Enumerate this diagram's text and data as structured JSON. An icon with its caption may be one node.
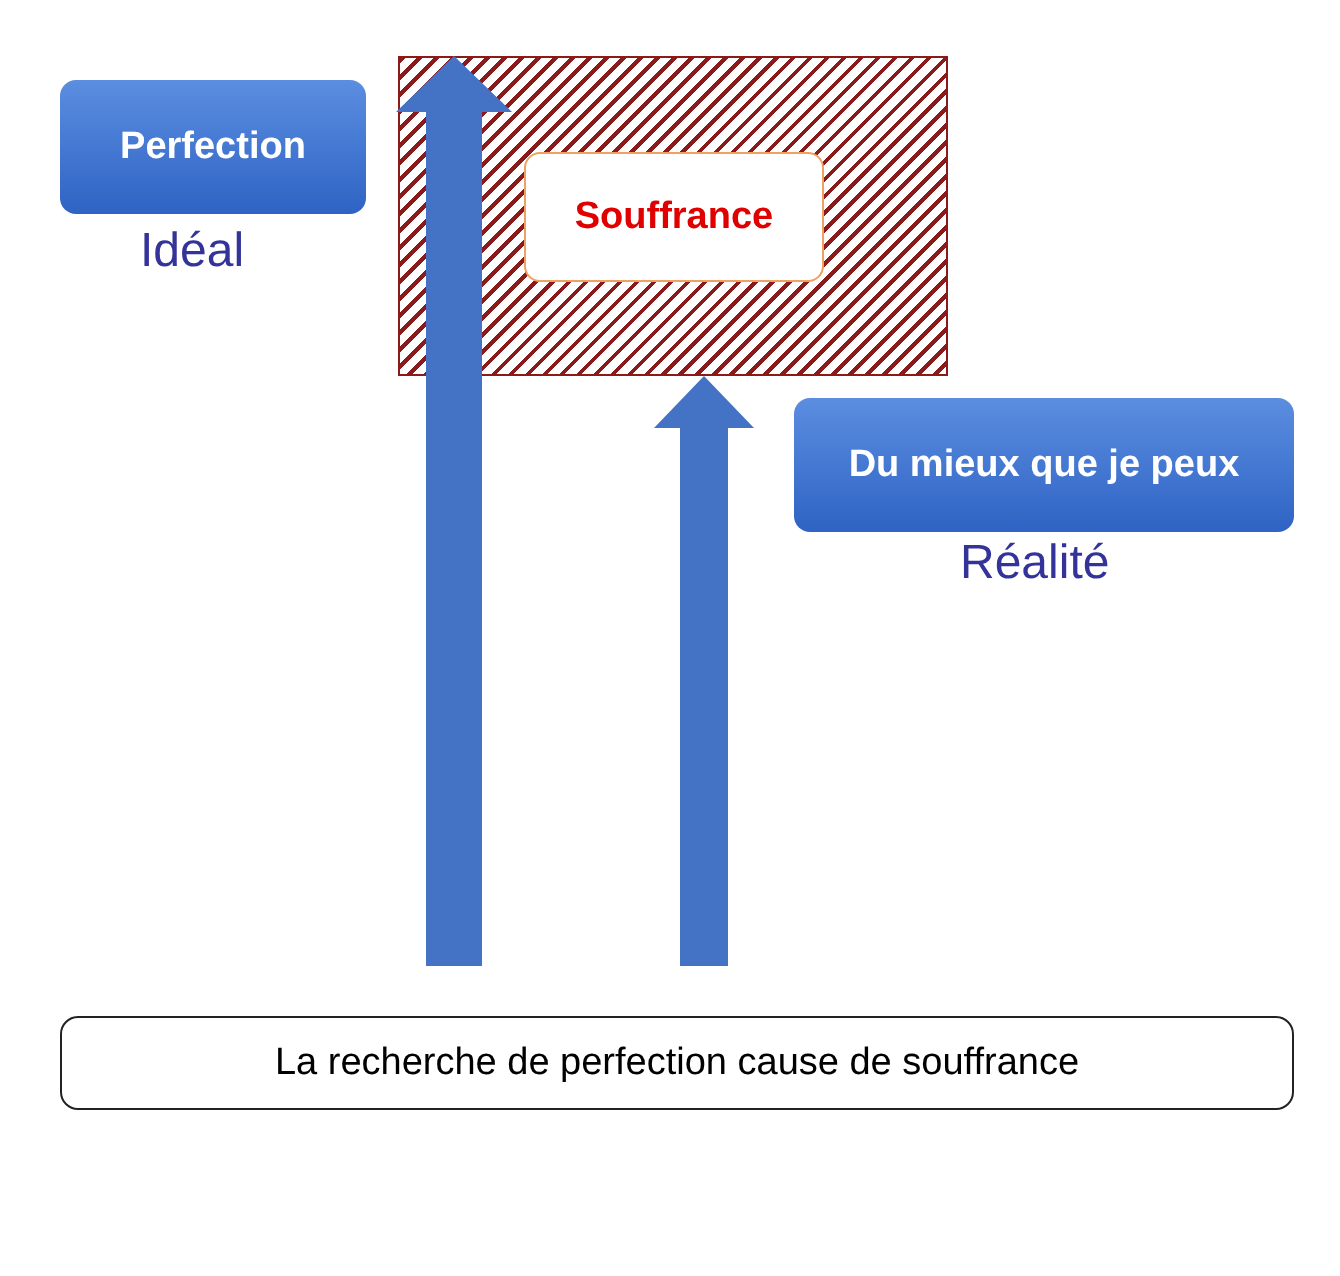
{
  "diagram": {
    "nodes": [
      {
        "text": [
          "Perfection"
        ],
        "beside": [
          "Idéal"
        ]
      },
      {
        "text": [],
        "shape": "box"
      },
      {
        "text": [
          "Souffrance"
        ],
        "in": 1
      },
      {
        "text": [
          "Du mieux que je peux"
        ],
        "beside": [
          "Réalité"
        ]
      },
      {
        "text": [
          "La recherche de perfection cause de souffrance"
        ]
      }
    ],
    "edges": [
      {
        "from": null,
        "to": 1,
        "arrow": "to"
      },
      {
        "from": null,
        "to": 1,
        "arrow": "to"
      }
    ]
  }
}
